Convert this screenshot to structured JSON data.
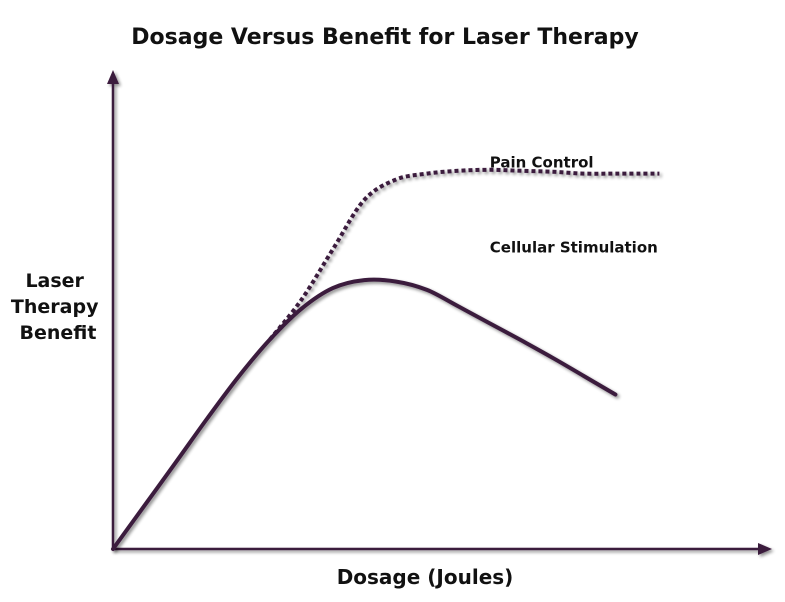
{
  "chart_data": {
    "type": "line",
    "title": "Dosage Versus Benefit for Laser Therapy",
    "xlabel": "Dosage (Joules)",
    "ylabel": [
      "Laser",
      "Therapy",
      "Benefit"
    ],
    "xlim": [
      0,
      100
    ],
    "ylim": [
      0,
      100
    ],
    "grid": false,
    "legend": "none",
    "line_color": "#3b1a3e",
    "axis_color": "#3b1a3e",
    "series": [
      {
        "name": "Cellular Stimulation",
        "style": "solid",
        "label_at": [
          60,
          63
        ],
        "x": [
          0,
          5,
          10,
          15,
          20,
          25,
          30,
          35,
          40,
          45,
          50,
          55,
          60,
          65,
          70,
          75,
          80
        ],
        "y": [
          0,
          9.2,
          18.4,
          27.7,
          36.6,
          44.5,
          51.0,
          55.4,
          57.1,
          56.8,
          55.0,
          51.5,
          47.9,
          44.3,
          40.6,
          36.7,
          32.8
        ]
      },
      {
        "name": "Pain Control",
        "style": "dotted",
        "label_at": [
          60,
          81
        ],
        "x": [
          25,
          30,
          35,
          40,
          45,
          50,
          55,
          60,
          65,
          70,
          75,
          80,
          85,
          87
        ],
        "y": [
          44.5,
          52.9,
          63.6,
          74.1,
          78.4,
          79.7,
          80.3,
          80.5,
          80.3,
          80.1,
          79.7,
          79.7,
          79.7,
          79.7
        ]
      }
    ]
  }
}
